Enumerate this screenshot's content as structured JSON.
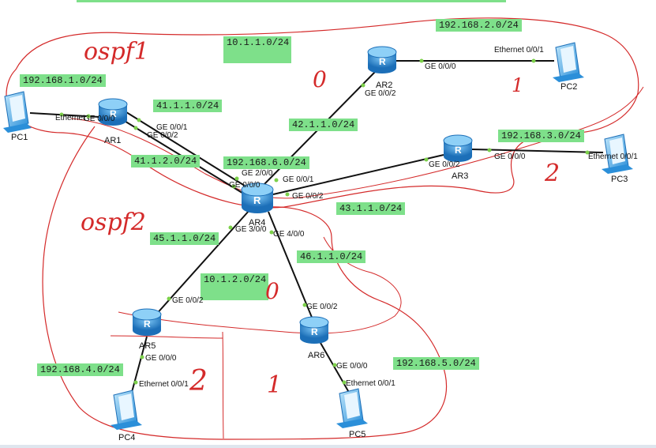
{
  "nets": {
    "n1": "10.1.1.0/24",
    "n2": "192.168.2.0/24",
    "n3": "192.168.1.0/24",
    "n4": "41.1.1.0/24",
    "n5": "42.1.1.0/24",
    "n6": "192.168.3.0/24",
    "n7": "41.1.2.0/24",
    "n8": "192.168.6.0/24",
    "n9": "43.1.1.0/24",
    "n10": "45.1.1.0/24",
    "n11": "46.1.1.0/24",
    "n12": "10.1.2.0/24",
    "n13": "192.168.4.0/24",
    "n14": "192.168.5.0/24"
  },
  "devices": {
    "ar1": "AR1",
    "ar2": "AR2",
    "ar3": "AR3",
    "ar4": "AR4",
    "ar5": "AR5",
    "ar6": "AR6",
    "pc1": "PC1",
    "pc2": "PC2",
    "pc3": "PC3",
    "pc4": "PC4",
    "pc5": "PC5"
  },
  "ports": {
    "pc1_eth": "Ethernet",
    "ar1_g000": "GE 0/0/0",
    "ar1_g001": "GE 0/0/1",
    "ar1_g002": "GE 0/0/2",
    "ar2_g000": "GE 0/0/0",
    "ar2_g002": "GE 0/0/2",
    "pc2_eth": "Ethernet 0/0/1",
    "ar3_g002": "GE 0/0/2",
    "ar3_g000": "GE 0/0/0",
    "pc3_eth": "Ethernet 0/0/1",
    "ar4_g200": "GE 2/0/0",
    "ar4_g000": "GE 0/0/0",
    "ar4_g001": "GE 0/0/1",
    "ar4_g002": "GE 0/0/2",
    "ar4_g300": "GE 3/0/0",
    "ar4_g400": "GE 4/0/0",
    "ar5_g002": "GE 0/0/2",
    "ar5_g000": "GE 0/0/0",
    "pc4_eth": "Ethernet 0/0/1",
    "ar6_g002": "GE 0/0/2",
    "ar6_g000": "GE 0/0/0",
    "pc5_eth": "Ethernet 0/0/1"
  },
  "handwriting": {
    "ospf1": "ospf1",
    "ospf2": "ospf2",
    "area0_top": "0",
    "area0_mid": "0",
    "area1_top": "1",
    "area2_right": "2",
    "area2_bottom": "2",
    "area1_bottom": "1"
  },
  "colors": {
    "label_bg": "#7ee08a",
    "pen": "#d42a2a",
    "router": "#2f8fd6",
    "pc": "#3aa7e8",
    "link": "#111111",
    "port_dot": "#7cd04a"
  }
}
